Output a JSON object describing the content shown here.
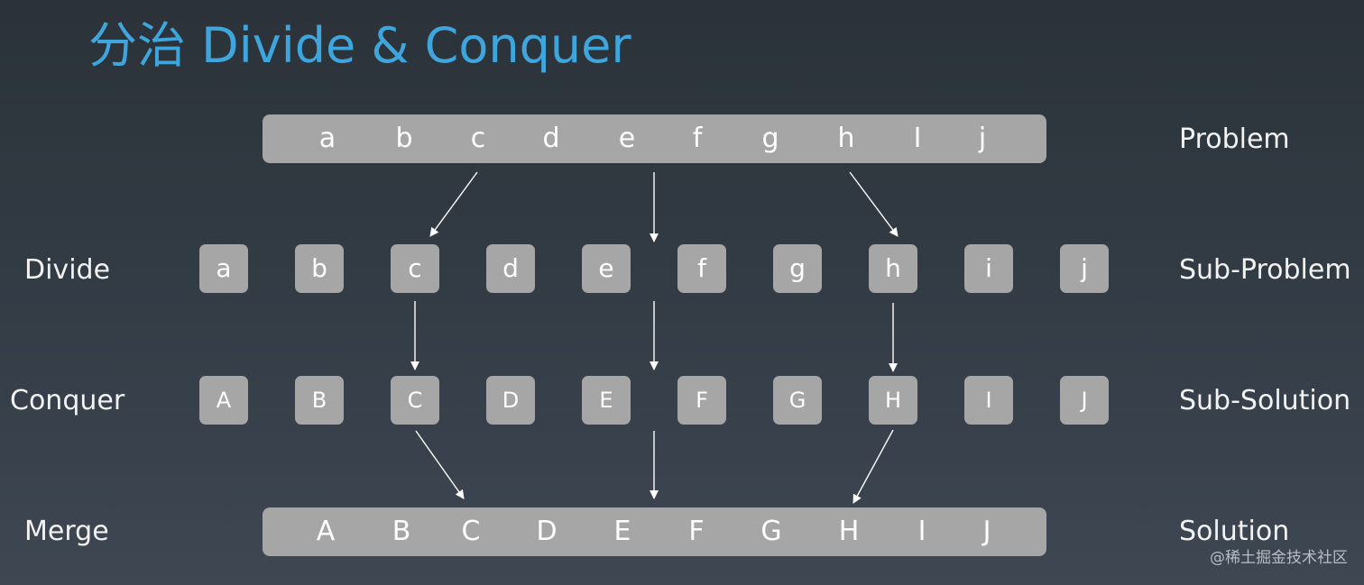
{
  "title": "分治 Divide & Conquer",
  "labels": {
    "divide": "Divide",
    "conquer": "Conquer",
    "merge": "Merge"
  },
  "right_labels": {
    "problem": "Problem",
    "sub_problem": "Sub-Problem",
    "sub_solution": "Sub-Solution",
    "solution": "Solution"
  },
  "problem_letters": [
    "a",
    "b",
    "c",
    "d",
    "e",
    "f",
    "g",
    "h",
    "I",
    "j"
  ],
  "sub_problem_letters": [
    "a",
    "b",
    "c",
    "d",
    "e",
    "f",
    "g",
    "h",
    "i",
    "j"
  ],
  "sub_solution_letters": [
    "A",
    "B",
    "C",
    "D",
    "E",
    "F",
    "G",
    "H",
    "I",
    "J"
  ],
  "solution_letters": [
    "A",
    "B",
    "C",
    "D",
    "E",
    "F",
    "G",
    "H",
    "I",
    "J"
  ],
  "watermark": "@稀土掘金技术社区",
  "colors": {
    "title": "#3ea5dd",
    "box": "#a6a6a6",
    "text": "#ffffff"
  }
}
